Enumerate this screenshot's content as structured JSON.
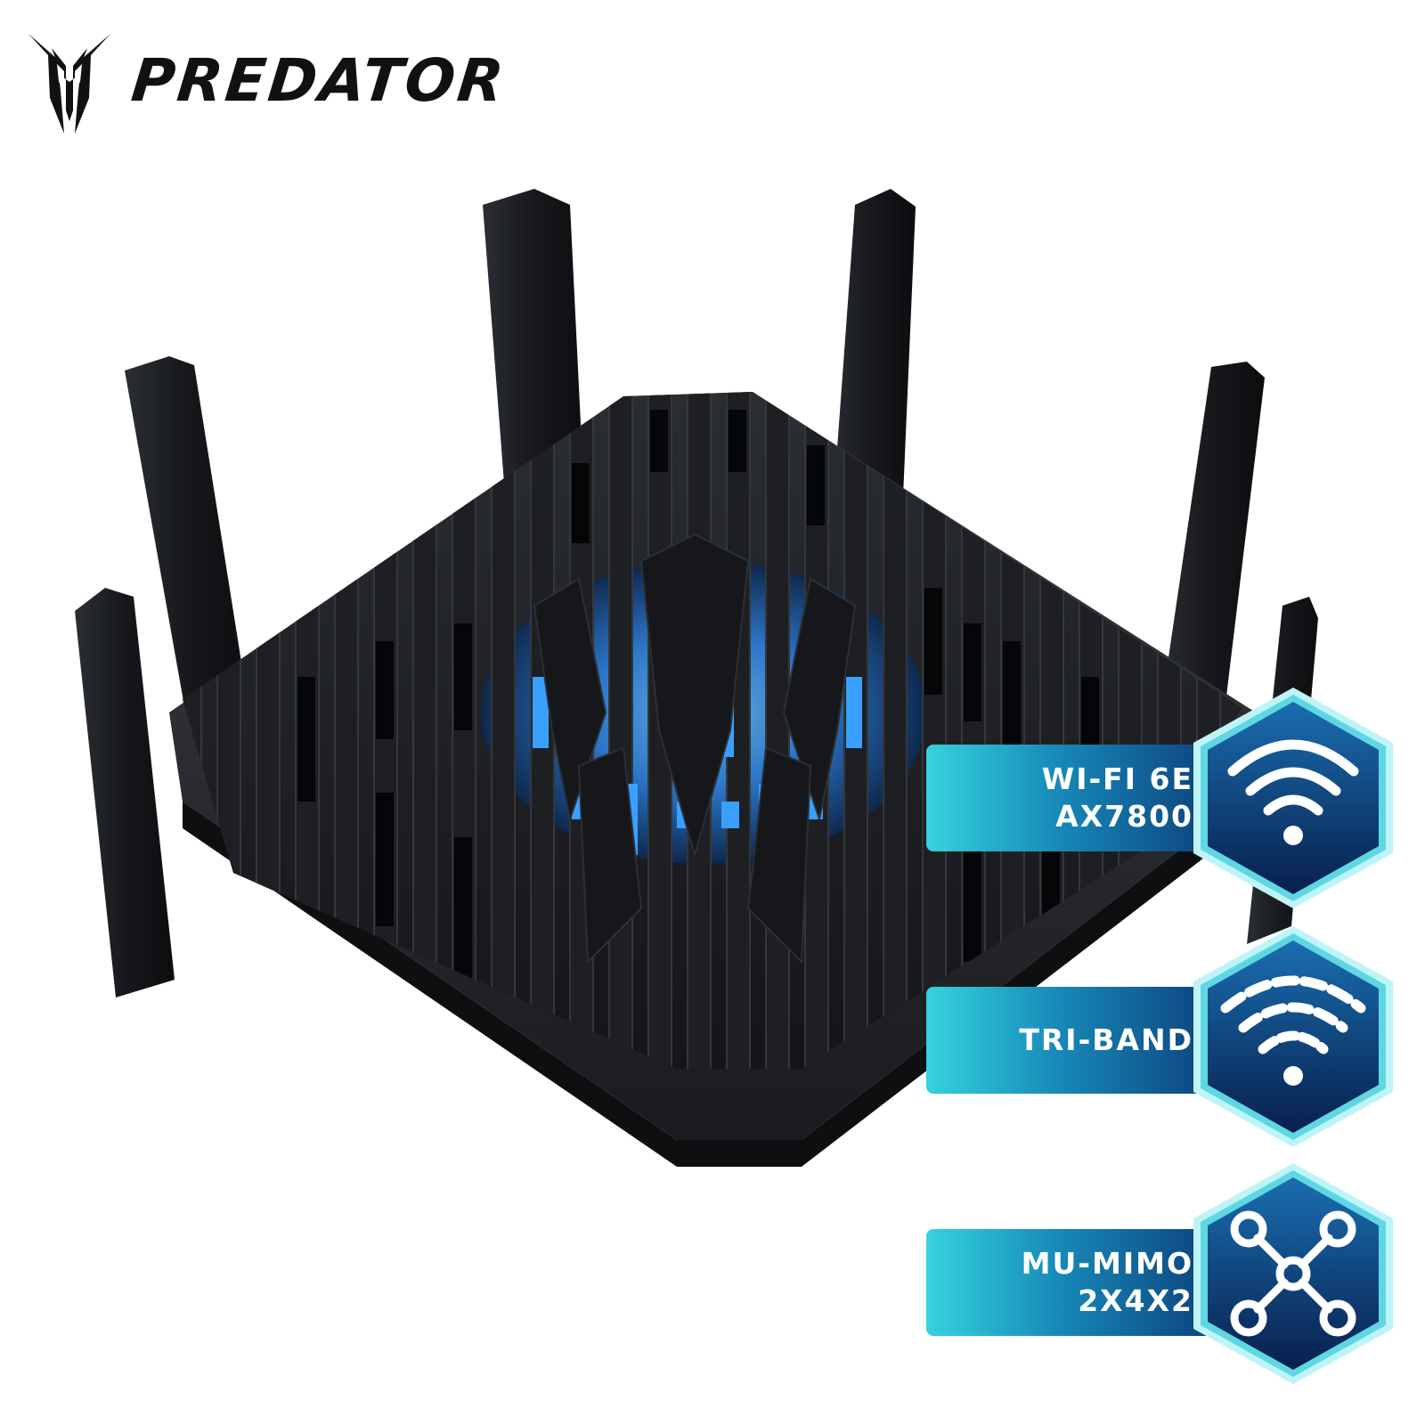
{
  "brand": {
    "name": "PREDATOR",
    "logo_icon": "predator-claw-icon"
  },
  "product": {
    "image_icon": "router-illustration",
    "light_color": "#3aa0ff",
    "body_color": "#1b1d21"
  },
  "features": [
    {
      "lines": [
        "WI-FI 6E",
        "AX7800"
      ],
      "icon": "wifi-icon"
    },
    {
      "lines": [
        "TRI-BAND"
      ],
      "icon": "wifi-triband-icon"
    },
    {
      "lines": [
        "MU-MIMO",
        "2X4X2"
      ],
      "icon": "network-nodes-icon"
    }
  ],
  "colors": {
    "badge_gradient_start": "#35d3dd",
    "badge_gradient_end": "#0c3f7a",
    "hex_fill": "#0b2f6a",
    "hex_glow": "#7fe8f0"
  }
}
